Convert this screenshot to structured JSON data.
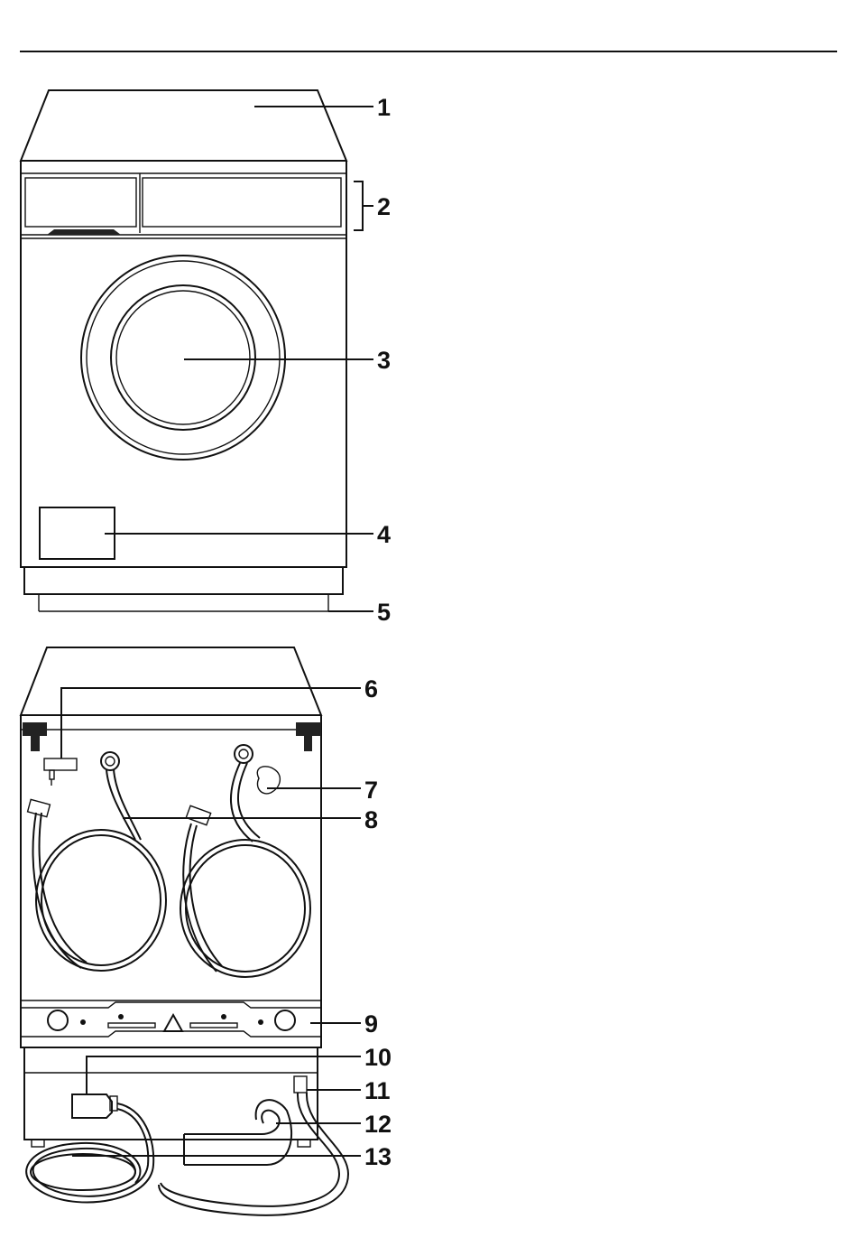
{
  "callouts": [
    {
      "id": "1",
      "label": "1"
    },
    {
      "id": "2",
      "label": "2"
    },
    {
      "id": "3",
      "label": "3"
    },
    {
      "id": "4",
      "label": "4"
    },
    {
      "id": "5",
      "label": "5"
    },
    {
      "id": "6",
      "label": "6"
    },
    {
      "id": "7",
      "label": "7"
    },
    {
      "id": "8",
      "label": "8"
    },
    {
      "id": "9",
      "label": "9"
    },
    {
      "id": "10",
      "label": "10"
    },
    {
      "id": "11",
      "label": "11"
    },
    {
      "id": "12",
      "label": "12"
    },
    {
      "id": "13",
      "label": "13"
    }
  ],
  "colors": {
    "ink": "#111111",
    "paper": "#ffffff",
    "dark_fill": "#222222"
  }
}
